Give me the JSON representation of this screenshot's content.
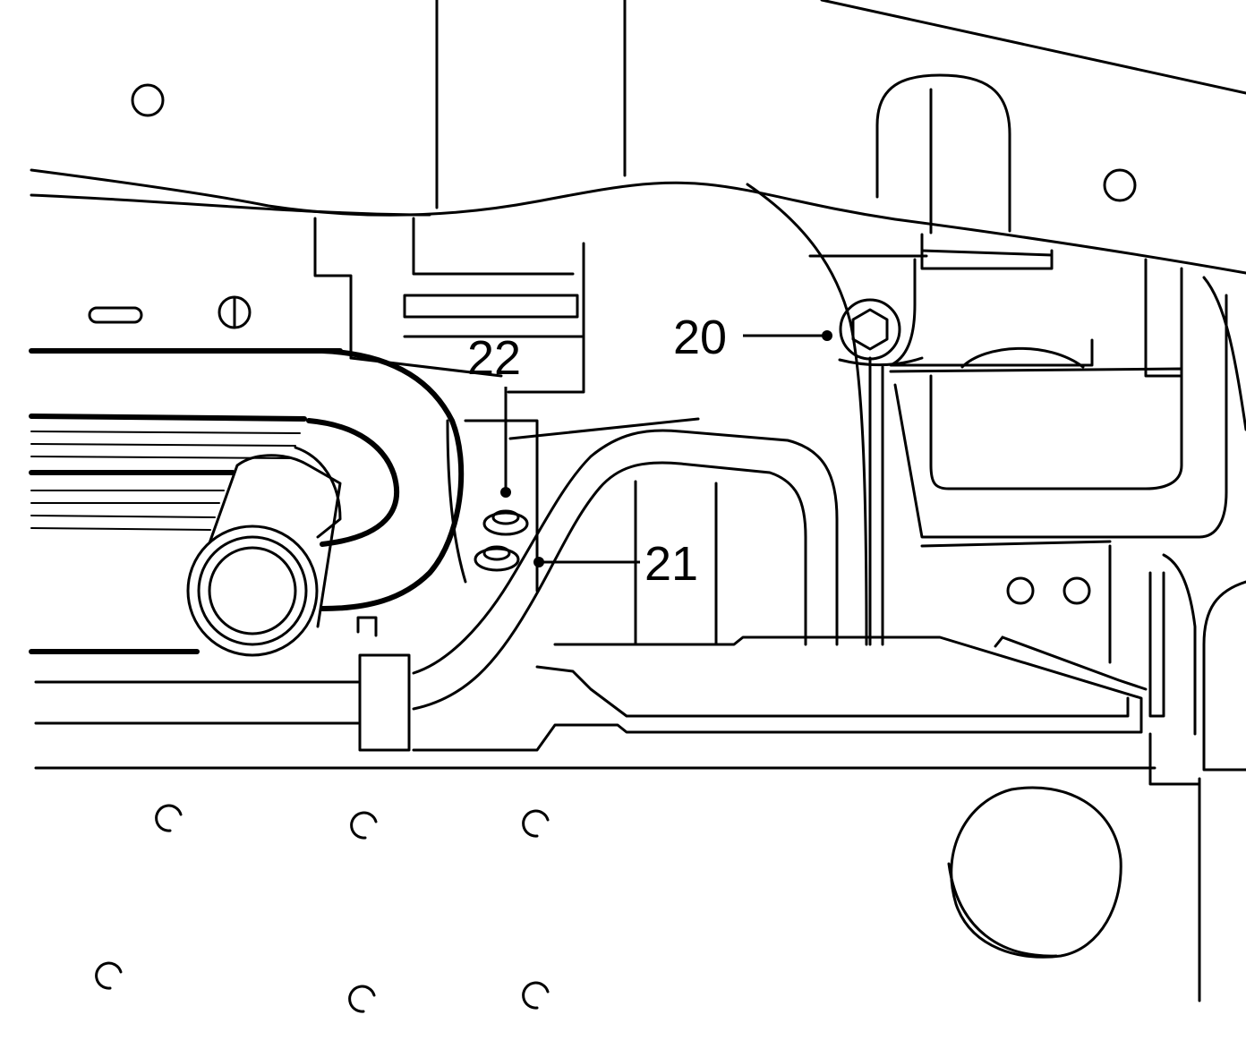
{
  "callouts": {
    "c20": "20",
    "c21": "21",
    "c22": "22"
  },
  "colors": {
    "line": "#000000",
    "background": "#ffffff"
  }
}
